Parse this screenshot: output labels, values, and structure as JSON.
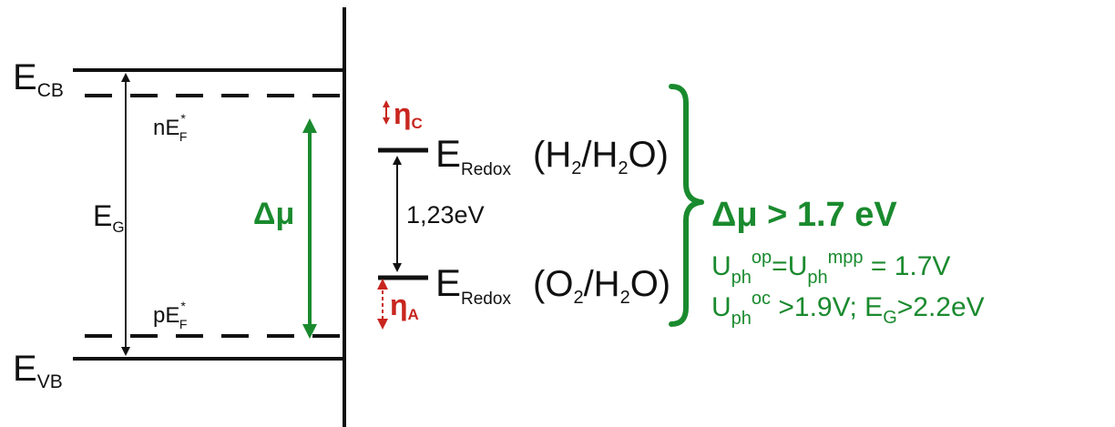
{
  "colors": {
    "ink": "#111111",
    "accent_green": "#1a8a2e",
    "overpotential_red": "#c8261f"
  },
  "levels": {
    "conduction_band": {
      "main": "E",
      "sub": "CB"
    },
    "valence_band": {
      "main": "E",
      "sub": "VB"
    },
    "electron_quasi_fermi": {
      "main": "nE",
      "sub": "F",
      "sup": "*"
    },
    "hole_quasi_fermi": {
      "main": "pE",
      "sub": "F",
      "sup": "*"
    }
  },
  "bandgap": {
    "main": "E",
    "sub": "G"
  },
  "delta_mu_label": "Δμ",
  "redox": {
    "upper": {
      "main": "E",
      "sub": "Redox",
      "couple": {
        "open": "(H",
        "sub1": "2",
        "mid": "/H",
        "sub2": "2",
        "close": "O)"
      }
    },
    "lower": {
      "main": "E",
      "sub": "Redox",
      "couple": {
        "open": "(O",
        "sub1": "2",
        "mid": "/H",
        "sub2": "2",
        "close": "O)"
      }
    },
    "separation": "1,23eV"
  },
  "overpotentials": {
    "cathodic": {
      "symbol": "η",
      "sub": "C"
    },
    "anodic": {
      "symbol": "η",
      "sub": "A"
    }
  },
  "summary": {
    "headline": "Δμ > 1.7 eV",
    "line1": {
      "u1": "U",
      "s1": "ph",
      "p1": "op",
      "eq": "=U",
      "s2": "ph",
      "p2": "mpp",
      "rest": " = 1.7V"
    },
    "line2": {
      "u1": "U",
      "s1": "ph",
      "p1": "oc",
      "mid": " >1.9V; E",
      "s2": "G",
      "rest": ">2.2eV"
    }
  }
}
